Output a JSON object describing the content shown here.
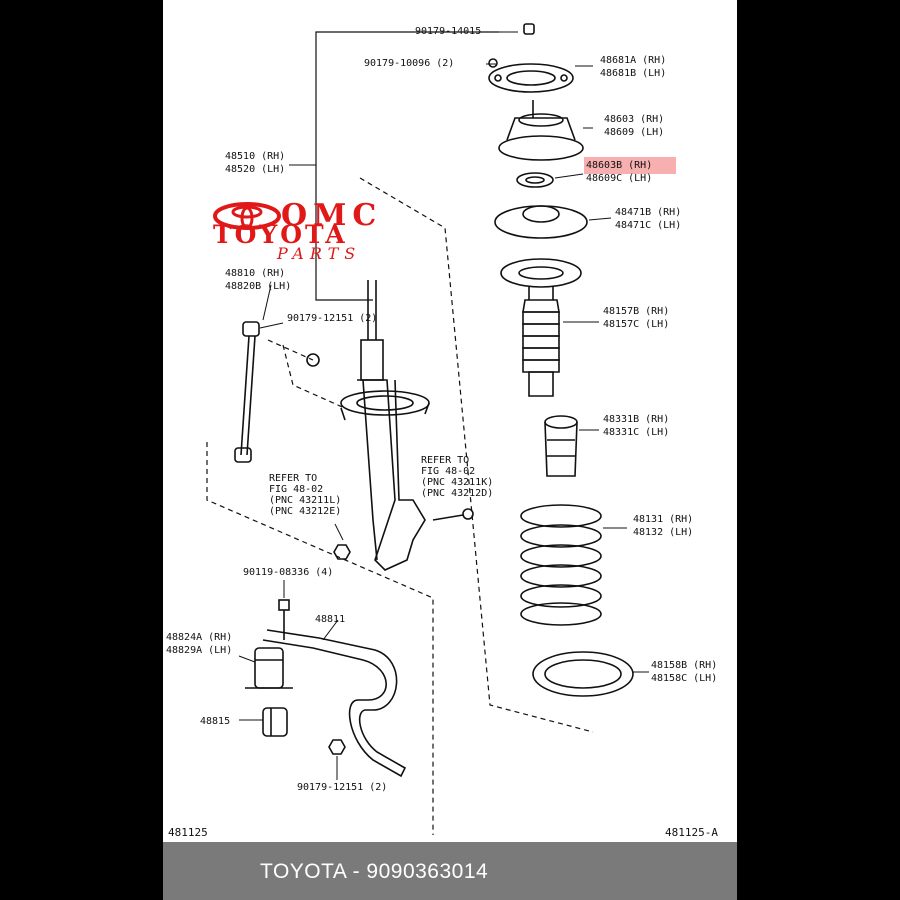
{
  "watermark": {
    "line1": "OMC",
    "line2": "TOYOTA",
    "line3": "PARTS"
  },
  "labels": {
    "p90179_14015": "90179-14015",
    "p90179_10096": "90179-10096 (2)",
    "p48681A": "48681A (RH)",
    "p48681B": "48681B (LH)",
    "p48603": "48603 (RH)",
    "p48609": "48609 (LH)",
    "p48603B": "48603B (RH)",
    "p48609C": "48609C (LH)",
    "p48471B": "48471B (RH)",
    "p48471C": "48471C (LH)",
    "p48510": "48510 (RH)",
    "p48520": "48520 (LH)",
    "p48810": "48810 (RH)",
    "p48820B": "48820B (LH)",
    "p90179_12151a": "90179-12151 (2)",
    "p48157B": "48157B (RH)",
    "p48157C": "48157C (LH)",
    "p48331B": "48331B (RH)",
    "p48331C": "48331C (LH)",
    "refer1_a": "REFER TO",
    "refer1_b": "FIG 48-02",
    "refer1_c": "(PNC 43211L)",
    "refer1_d": "(PNC 43212E)",
    "refer2_a": "REFER TO",
    "refer2_b": "FIG 48-02",
    "refer2_c": "(PNC 43211K)",
    "refer2_d": "(PNC 43212D)",
    "p48131": "48131 (RH)",
    "p48132": "48132 (LH)",
    "p90119": "90119-08336 (4)",
    "p48811": "48811",
    "p48824A": "48824A (RH)",
    "p48829A": "48829A (LH)",
    "p48158B": "48158B (RH)",
    "p48158C": "48158C (LH)",
    "p48815": "48815",
    "p90179_12151b": "90179-12151 (2)",
    "code_left": "481125",
    "code_right": "481125-A"
  },
  "highlight_color": "#f06e6e",
  "footer": {
    "caption": "TOYOTA - 9090363014"
  }
}
